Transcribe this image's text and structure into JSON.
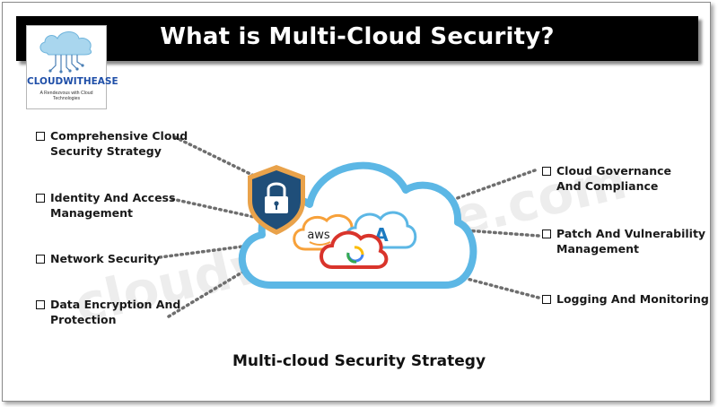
{
  "title": "What is Multi-Cloud Security?",
  "logo": {
    "name": "CLOUDWITHEASE",
    "tagline": "A Rendezvous with Cloud Technologies"
  },
  "watermark": "cloudwithease.com",
  "left_items": [
    {
      "line1": "Comprehensive Cloud",
      "line2": "Security Strategy"
    },
    {
      "line1": "Identity And Access",
      "line2": "Management"
    },
    {
      "line1": "Network Security",
      "line2": ""
    },
    {
      "line1": "Data Encryption And",
      "line2": "Protection"
    }
  ],
  "right_items": [
    {
      "line1": "Cloud Governance",
      "line2": "And Compliance"
    },
    {
      "line1": "Patch And Vulnerability",
      "line2": "Management"
    },
    {
      "line1": "Logging And Monitoring",
      "line2": ""
    }
  ],
  "cloud_icons": {
    "aws": "aws",
    "azure": "A",
    "gcp": "google-cloud-icon"
  },
  "caption": "Multi-cloud Security Strategy",
  "colors": {
    "cloud_outline": "#5cb7e5",
    "shield": "#1f4e79",
    "aws_orange": "#f7a13a",
    "azure_blue": "#1c7ac0",
    "gcp_red": "#d9342b",
    "dots": "#6e6e6e"
  }
}
